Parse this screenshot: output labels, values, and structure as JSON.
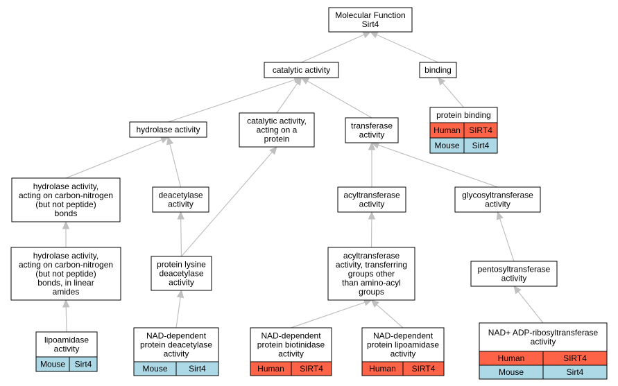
{
  "colors": {
    "human": "#ff6347",
    "mouse": "#add8e6",
    "edge": "#c0c0c0",
    "border": "#000000",
    "background": "#ffffff"
  },
  "nodes": [
    {
      "id": "mf",
      "lines": [
        "Molecular Function",
        "Sirt4"
      ]
    },
    {
      "id": "cat",
      "lines": [
        "catalytic activity"
      ]
    },
    {
      "id": "bind",
      "lines": [
        "binding"
      ]
    },
    {
      "id": "pbind",
      "lines": [
        "protein binding"
      ],
      "rows": [
        {
          "species": "Human",
          "gene": "SIRT4"
        },
        {
          "species": "Mouse",
          "gene": "Sirt4"
        }
      ]
    },
    {
      "id": "hydro",
      "lines": [
        "hydrolase activity"
      ]
    },
    {
      "id": "catprot",
      "lines": [
        "catalytic activity,",
        "acting on a",
        "protein"
      ]
    },
    {
      "id": "trans",
      "lines": [
        "transferase",
        "activity"
      ]
    },
    {
      "id": "hcn",
      "lines": [
        "hydrolase activity,",
        "acting on carbon-nitrogen",
        "(but not peptide)",
        "bonds"
      ]
    },
    {
      "id": "deac",
      "lines": [
        "deacetylase",
        "activity"
      ]
    },
    {
      "id": "acyl",
      "lines": [
        "acyltransferase",
        "activity"
      ]
    },
    {
      "id": "glyco",
      "lines": [
        "glycosyltransferase",
        "activity"
      ]
    },
    {
      "id": "hcnl",
      "lines": [
        "hydrolase activity,",
        "acting on carbon-nitrogen",
        "(but not peptide)",
        "bonds, in linear",
        "amides"
      ]
    },
    {
      "id": "plysdeac",
      "lines": [
        "protein lysine",
        "deacetylase",
        "activity"
      ]
    },
    {
      "id": "acyltg",
      "lines": [
        "acyltransferase",
        "activity, transferring",
        "groups other",
        "than amino-acyl",
        "groups"
      ]
    },
    {
      "id": "pento",
      "lines": [
        "pentosyltransferase",
        "activity"
      ]
    },
    {
      "id": "lipo",
      "lines": [
        "lipoamidase",
        "activity"
      ],
      "rows": [
        {
          "species": "Mouse",
          "gene": "Sirt4"
        }
      ]
    },
    {
      "id": "nadpd",
      "lines": [
        "NAD-dependent",
        "protein deacetylase",
        "activity"
      ],
      "rows": [
        {
          "species": "Mouse",
          "gene": "Sirt4"
        }
      ]
    },
    {
      "id": "nadbio",
      "lines": [
        "NAD-dependent",
        "protein biotinidase",
        "activity"
      ],
      "rows": [
        {
          "species": "Human",
          "gene": "SIRT4"
        }
      ]
    },
    {
      "id": "nadlipo",
      "lines": [
        "NAD-dependent",
        "protein lipoamidase",
        "activity"
      ],
      "rows": [
        {
          "species": "Human",
          "gene": "SIRT4"
        }
      ]
    },
    {
      "id": "nadadp",
      "lines": [
        "NAD+ ADP-ribosyltransferase",
        "activity"
      ],
      "rows": [
        {
          "species": "Human",
          "gene": "SIRT4"
        },
        {
          "species": "Mouse",
          "gene": "Sirt4"
        }
      ]
    }
  ],
  "edges": [
    {
      "from": "cat",
      "to": "mf"
    },
    {
      "from": "bind",
      "to": "mf"
    },
    {
      "from": "pbind",
      "to": "bind"
    },
    {
      "from": "hydro",
      "to": "cat"
    },
    {
      "from": "catprot",
      "to": "cat"
    },
    {
      "from": "trans",
      "to": "cat"
    },
    {
      "from": "hcn",
      "to": "hydro"
    },
    {
      "from": "deac",
      "to": "hydro"
    },
    {
      "from": "acyl",
      "to": "trans"
    },
    {
      "from": "glyco",
      "to": "trans"
    },
    {
      "from": "hcnl",
      "to": "hcn"
    },
    {
      "from": "plysdeac",
      "to": "deac"
    },
    {
      "from": "plysdeac",
      "to": "catprot"
    },
    {
      "from": "acyltg",
      "to": "acyl"
    },
    {
      "from": "pento",
      "to": "glyco"
    },
    {
      "from": "lipo",
      "to": "hcnl"
    },
    {
      "from": "nadpd",
      "to": "plysdeac"
    },
    {
      "from": "nadbio",
      "to": "acyltg"
    },
    {
      "from": "nadlipo",
      "to": "acyltg"
    },
    {
      "from": "nadadp",
      "to": "pento"
    }
  ]
}
